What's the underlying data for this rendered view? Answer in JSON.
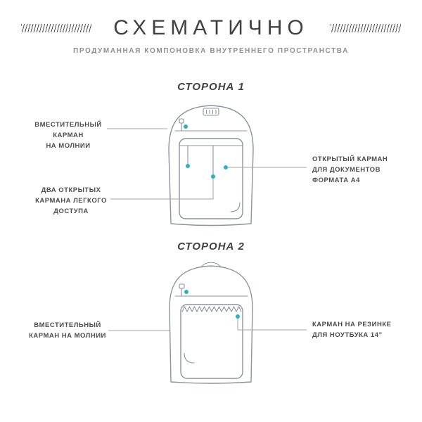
{
  "header": {
    "title": "СХЕМАТИЧНО",
    "subtitle": "ПРОДУМАННАЯ КОМПОНОВКА ВНУТРЕННЕГО ПРОСТРАНСТВА"
  },
  "sections": [
    {
      "heading": "СТОРОНА 1",
      "labels": [
        {
          "id": "zip-pocket",
          "lines": [
            "ВМЕСТИТЕЛЬНЫЙ",
            "КАРМАН",
            "НА МОЛНИИ"
          ]
        },
        {
          "id": "open-pockets",
          "lines": [
            "ДВА ОТКРЫТЫХ",
            "КАРМАНА ЛЕГКОГО",
            "ДОСТУПА"
          ]
        },
        {
          "id": "a4-pocket",
          "lines": [
            "ОТКРЫТЫЙ КАРМАН",
            "ДЛЯ ДОКУМЕНТОВ",
            "ФОРМАТА А4"
          ]
        }
      ]
    },
    {
      "heading": "СТОРОНА 2",
      "labels": [
        {
          "id": "zip-pocket",
          "lines": [
            "ВМЕСТИТЕЛЬНЫЙ",
            "КАРМАН НА МОЛНИИ"
          ]
        },
        {
          "id": "laptop-pocket",
          "lines": [
            "КАРМАН НА РЕЗИНКЕ",
            "ДЛЯ НОУТБУКА 14”"
          ]
        }
      ]
    }
  ],
  "colors": {
    "accent": "#29b2c6",
    "outline": "#8e949c",
    "callout": "#a3a3a3",
    "title": "#414143",
    "subtitle": "#8f8f8f",
    "label": "#4c4c4e"
  }
}
